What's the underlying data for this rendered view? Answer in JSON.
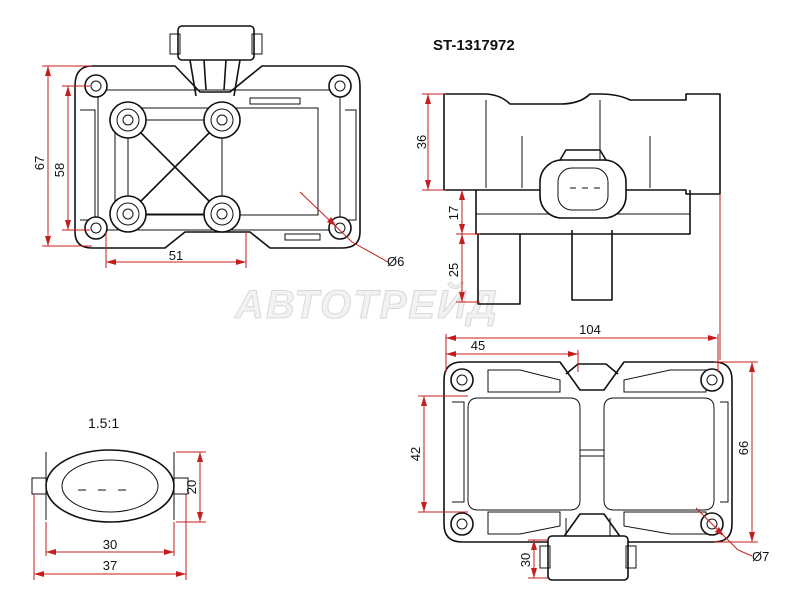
{
  "title": "ST-1317972",
  "watermark": "АВТОТРЕЙД",
  "scale": "1.5:1",
  "top_view": {
    "dims": {
      "height_outer": "67",
      "height_inner": "58",
      "width_holes": "51",
      "hole_diameter": "Ø6"
    }
  },
  "side_view": {
    "dims": {
      "height_body": "36",
      "height_mid": "17",
      "height_tower": "25"
    }
  },
  "bottom_view": {
    "dims": {
      "width_total": "104",
      "width_half": "45",
      "height_inner": "42",
      "height_outer": "66",
      "connector_height": "30",
      "hole_diameter": "Ø7"
    }
  },
  "connector_view": {
    "dims": {
      "height": "20",
      "width_inner": "30",
      "width_outer": "37"
    }
  }
}
